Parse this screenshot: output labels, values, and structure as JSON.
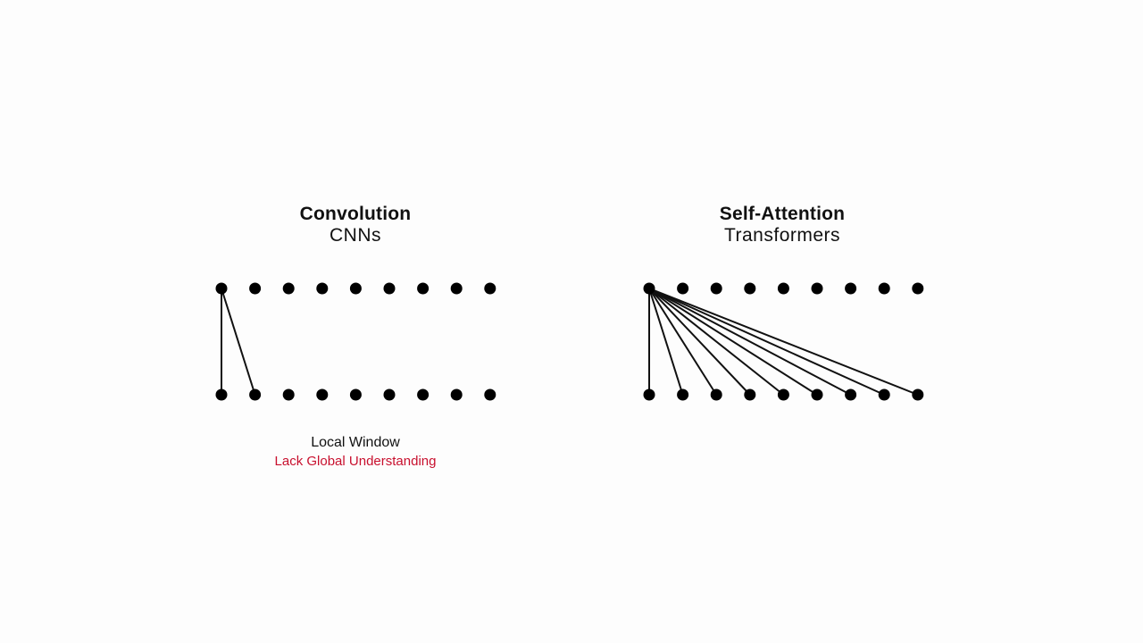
{
  "colors": {
    "background": "#fdfdfd",
    "node": "#000000",
    "edge": "#111111",
    "text": "#111111",
    "warning": "#c8102e"
  },
  "convolution": {
    "title": "Convolution",
    "subtitle": "CNNs",
    "caption": "Local Window",
    "note": "Lack Global Understanding",
    "nodes_per_row": 9,
    "connections": [
      {
        "from": 0,
        "to": 0
      },
      {
        "from": 0,
        "to": 1
      }
    ]
  },
  "self_attention": {
    "title": "Self-Attention",
    "subtitle": "Transformers",
    "nodes_per_row": 9,
    "connections": [
      {
        "from": 0,
        "to": 0
      },
      {
        "from": 0,
        "to": 1
      },
      {
        "from": 0,
        "to": 2
      },
      {
        "from": 0,
        "to": 3
      },
      {
        "from": 0,
        "to": 4
      },
      {
        "from": 0,
        "to": 5
      },
      {
        "from": 0,
        "to": 6
      },
      {
        "from": 0,
        "to": 7
      },
      {
        "from": 0,
        "to": 8
      }
    ]
  }
}
